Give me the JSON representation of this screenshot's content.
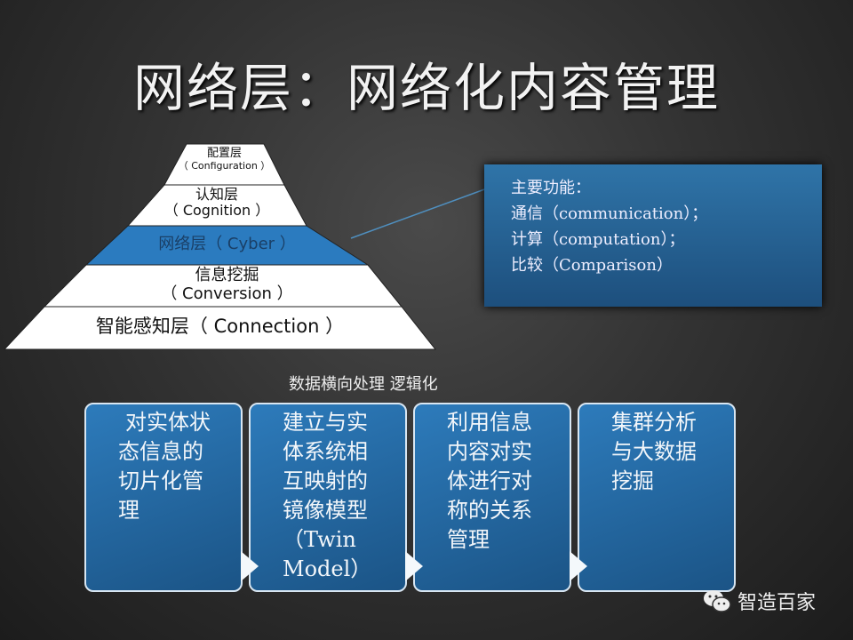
{
  "title": "网络层：网络化内容管理",
  "pyramid": {
    "layers": [
      {
        "line1": "配置层",
        "line2": "（ Configuration ）"
      },
      {
        "line1": "认知层",
        "line2": "（ Cognition ）"
      },
      {
        "line1": "网络层（ Cyber ）"
      },
      {
        "line1": "信息挖掘",
        "line2": "（ Conversion ）"
      },
      {
        "line1": "智能感知层（ Connection ）"
      }
    ],
    "highlight_color": "#2b7bbf"
  },
  "callout": {
    "lines": [
      "主要功能：",
      "通信（communication）；",
      "计算（computation）；",
      "比较（Comparison）"
    ]
  },
  "subtitle": "数据横向处理   逻辑化",
  "steps": [
    {
      "lines": [
        "对实体状",
        "态信息的",
        "切片化管",
        "理"
      ]
    },
    {
      "lines": [
        "建立与实",
        "体系统相",
        "互映射的",
        "镜像模型",
        "（Twin",
        "Model）"
      ]
    },
    {
      "lines": [
        "利用信息",
        "内容对实",
        "体进行对",
        "称的关系",
        "管理"
      ]
    },
    {
      "lines": [
        "集群分析",
        "与大数据",
        "挖掘"
      ]
    }
  ],
  "brand": {
    "name": "智造百家",
    "icon": "wechat-icon"
  }
}
